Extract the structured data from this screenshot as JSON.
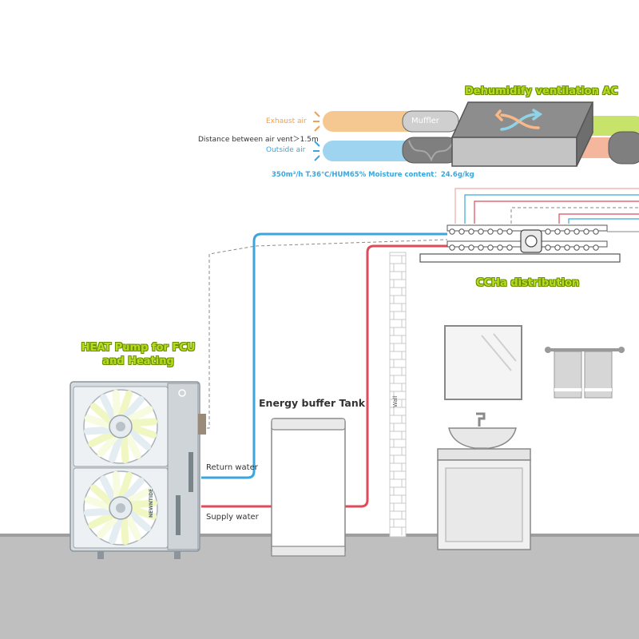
{
  "colors": {
    "blue": "#3aa6dd",
    "red": "#e04a5b",
    "orange": "#f0a050",
    "title_green": "#b5dc1e",
    "exhaust_pipe": "#f6c891",
    "outside_pipe": "#9fd4f0",
    "green_pipe": "#c8e36a",
    "salmon_pipe": "#f4b69c",
    "floor": "#bfbfbf",
    "unit_gray": "#d7dce0"
  },
  "ventilation": {
    "title": "Dehumidify ventilation AC",
    "exhaust_label": "Exhaust air",
    "outside_label": "Outside air",
    "distance_label": "Distance between air vent＞1.5m",
    "muffler_label": "Muffler",
    "spec_label": "350m³/h  T.36℃/HUM65% Moisture content：24.6g/kg"
  },
  "distribution": {
    "title": "CCHa distribution"
  },
  "heat_pump": {
    "title_line1": "HEAT Pump for FCU",
    "title_line2": "and Heating",
    "brand": "NEWNTIDE"
  },
  "tank": {
    "title": "Energy buffer Tank"
  },
  "water": {
    "return_label": "Return water",
    "supply_label": "Supply water"
  },
  "wall": {
    "label": "Wall"
  }
}
